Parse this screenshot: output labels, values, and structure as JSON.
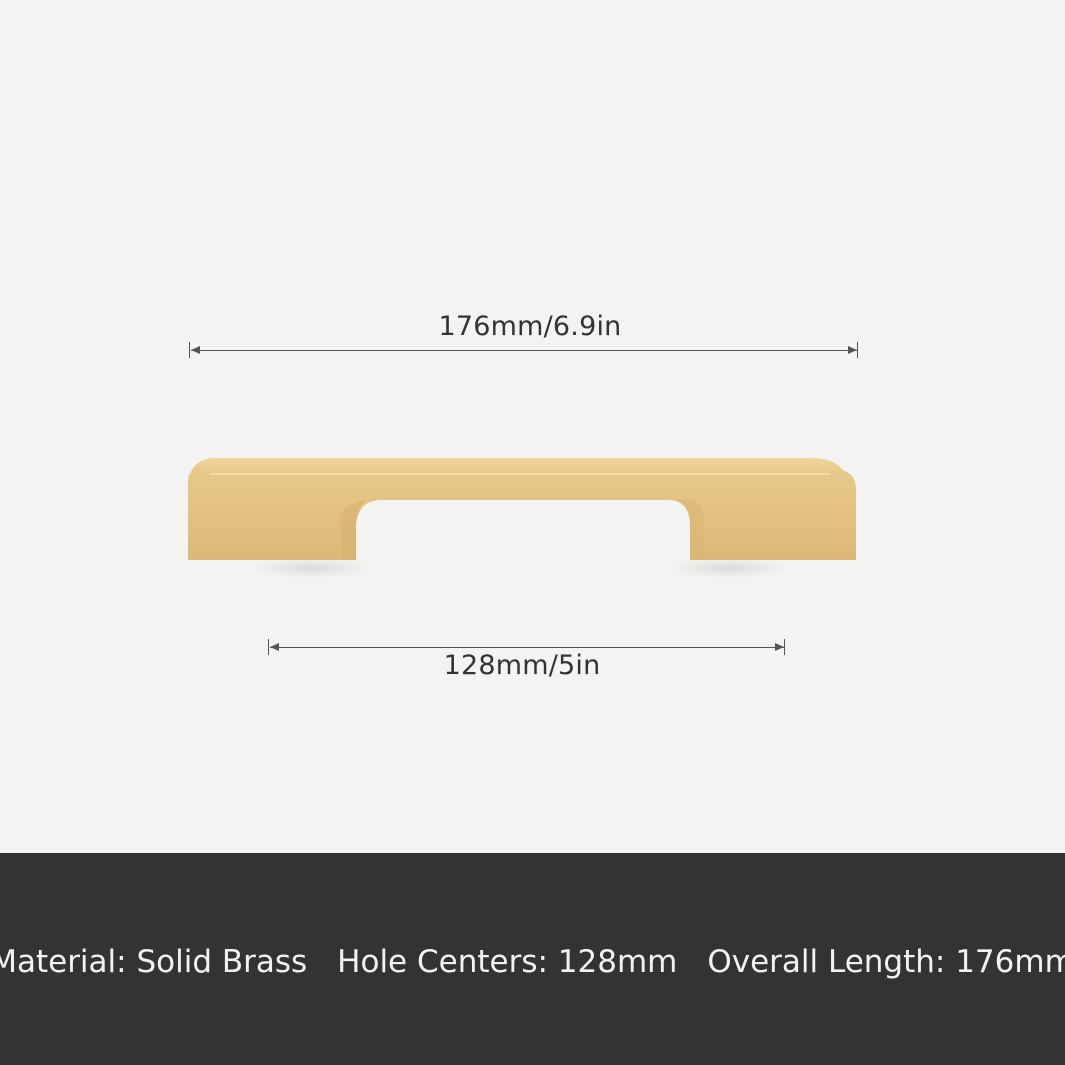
{
  "dimensions": {
    "overall": "176mm/6.9in",
    "hole_centers": "128mm/5in"
  },
  "specs": {
    "material": "Material: Solid Brass",
    "hole_centers": "Hole Centers: 128mm",
    "overall_length": "Overall Length: 176mm"
  },
  "colors": {
    "background": "#f3f3f2",
    "bar": "#333333",
    "brass": "#e3c282"
  }
}
